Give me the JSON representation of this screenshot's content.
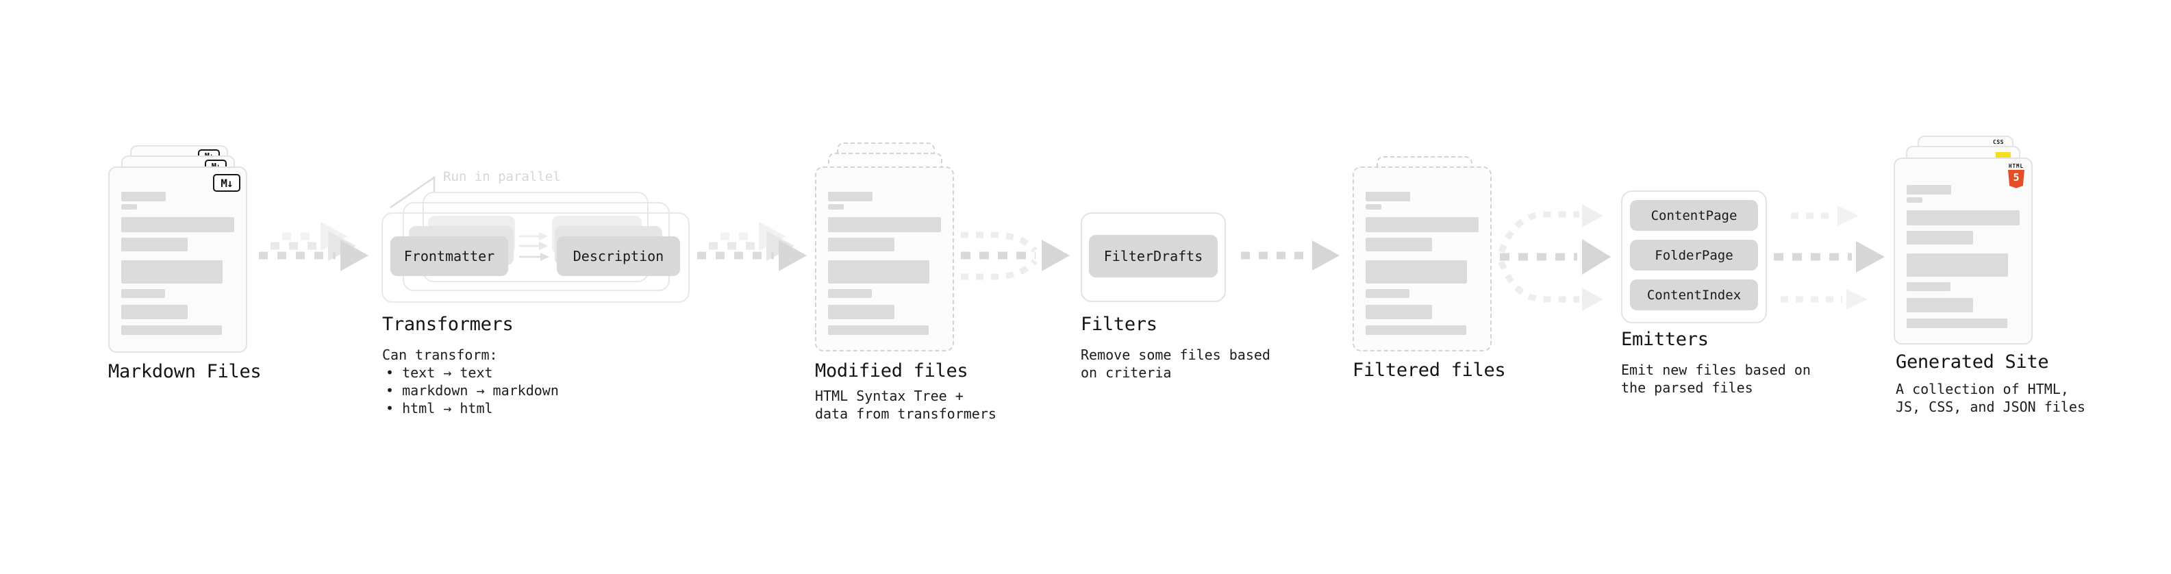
{
  "nodes": {
    "markdown": {
      "title": "Markdown Files",
      "badge": "M↓"
    },
    "transformers": {
      "title": "Transformers",
      "note": "Run in parallel",
      "source_button": "Frontmatter",
      "target_button": "Description",
      "caption": "Can transform:",
      "bullets": [
        "• text → text",
        "• markdown → markdown",
        "• html → html"
      ]
    },
    "modified": {
      "title": "Modified files",
      "caption": [
        "HTML Syntax Tree +",
        "data from transformers"
      ]
    },
    "filters": {
      "title": "Filters",
      "button": "FilterDrafts",
      "caption": [
        "Remove some files based",
        "on criteria"
      ]
    },
    "filtered": {
      "title": "Filtered files"
    },
    "emitters": {
      "title": "Emitters",
      "buttons": [
        "ContentPage",
        "FolderPage",
        "ContentIndex"
      ],
      "caption": [
        "Emit new files based on",
        "the parsed files"
      ]
    },
    "site": {
      "title": "Generated Site",
      "caption": [
        "A collection of HTML,",
        "JS, CSS, and JSON files"
      ],
      "css_badge": "CSS",
      "html_badge": "HTML",
      "html_number": "5"
    }
  },
  "colors": {
    "accent_orange": "#e44d26",
    "accent_yellow": "#f5df1c",
    "accent_blue": "#2f6ae0",
    "pill_gray": "#d8d8d8",
    "bar_gray": "#dbdbdb"
  }
}
